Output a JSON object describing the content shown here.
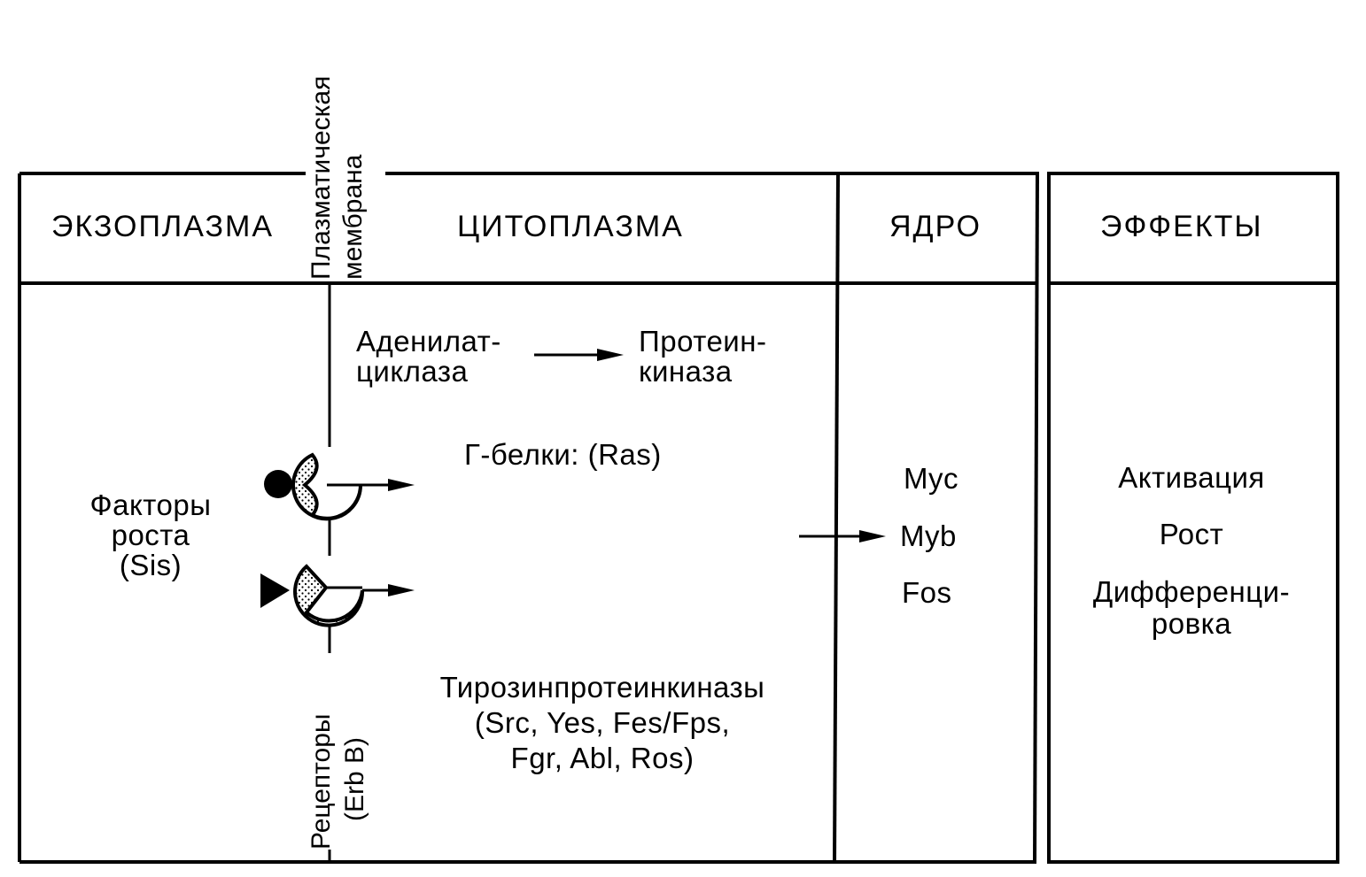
{
  "header": {
    "exoplasm": "ЭКЗОПЛАЗМА",
    "cytoplasm": "ЦИТОПЛАЗМА",
    "nucleus": "ЯДРО",
    "effects": "ЭФФЕКТЫ"
  },
  "membrane": {
    "line1": "Плазматическая",
    "line2": "мембрана"
  },
  "receptors": {
    "line1": "Рецепторы",
    "line2": "(Erb B)"
  },
  "growth_factors": {
    "line1": "Факторы",
    "line2": "роста",
    "line3": "(Sis)"
  },
  "adenylate": {
    "line1": "Аденилат-",
    "line2": "циклаза"
  },
  "protein_kinase": {
    "line1": "Протеин-",
    "line2": "киназа"
  },
  "g_proteins": "Г-белки: (Ras)",
  "tyrosine": {
    "line1": "Тирозинпротеинкиназы",
    "line2": "(Src, Yes, Fes/Fps,",
    "line3": "Fgr, Abl, Ros)"
  },
  "nucleus_items": [
    "Myc",
    "Myb",
    "Fos"
  ],
  "effects_items": {
    "activation": "Активация",
    "growth": "Рост",
    "diff1": "Дифференци-",
    "diff2": "ровка"
  }
}
